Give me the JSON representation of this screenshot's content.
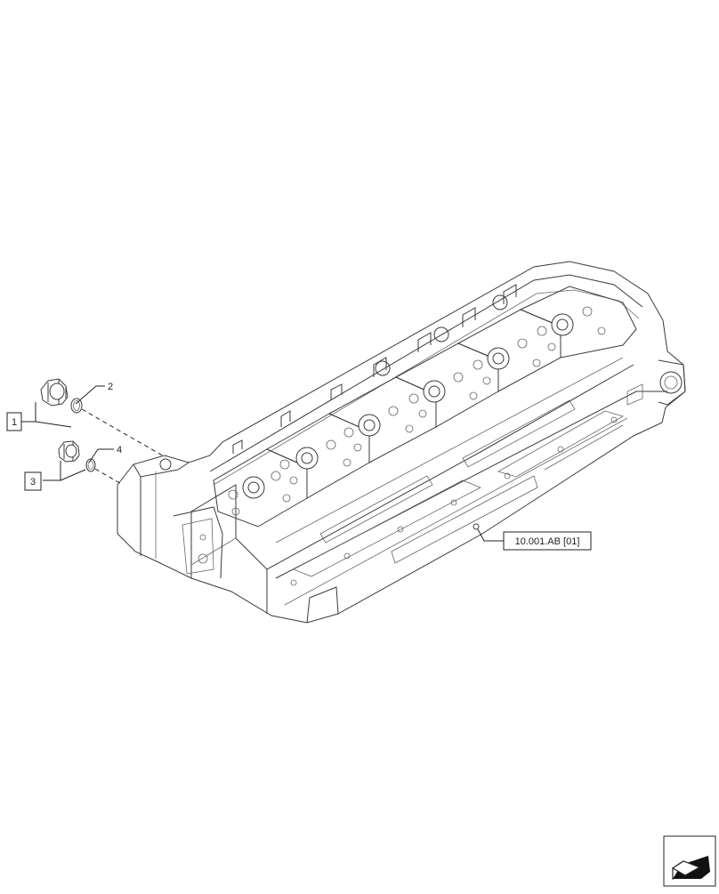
{
  "callouts": {
    "c1": "1",
    "c2": "2",
    "c3": "3",
    "c4": "4"
  },
  "reference": {
    "label": "10.001.AB [01]"
  },
  "nav_icon": {
    "name": "next-page-icon"
  }
}
